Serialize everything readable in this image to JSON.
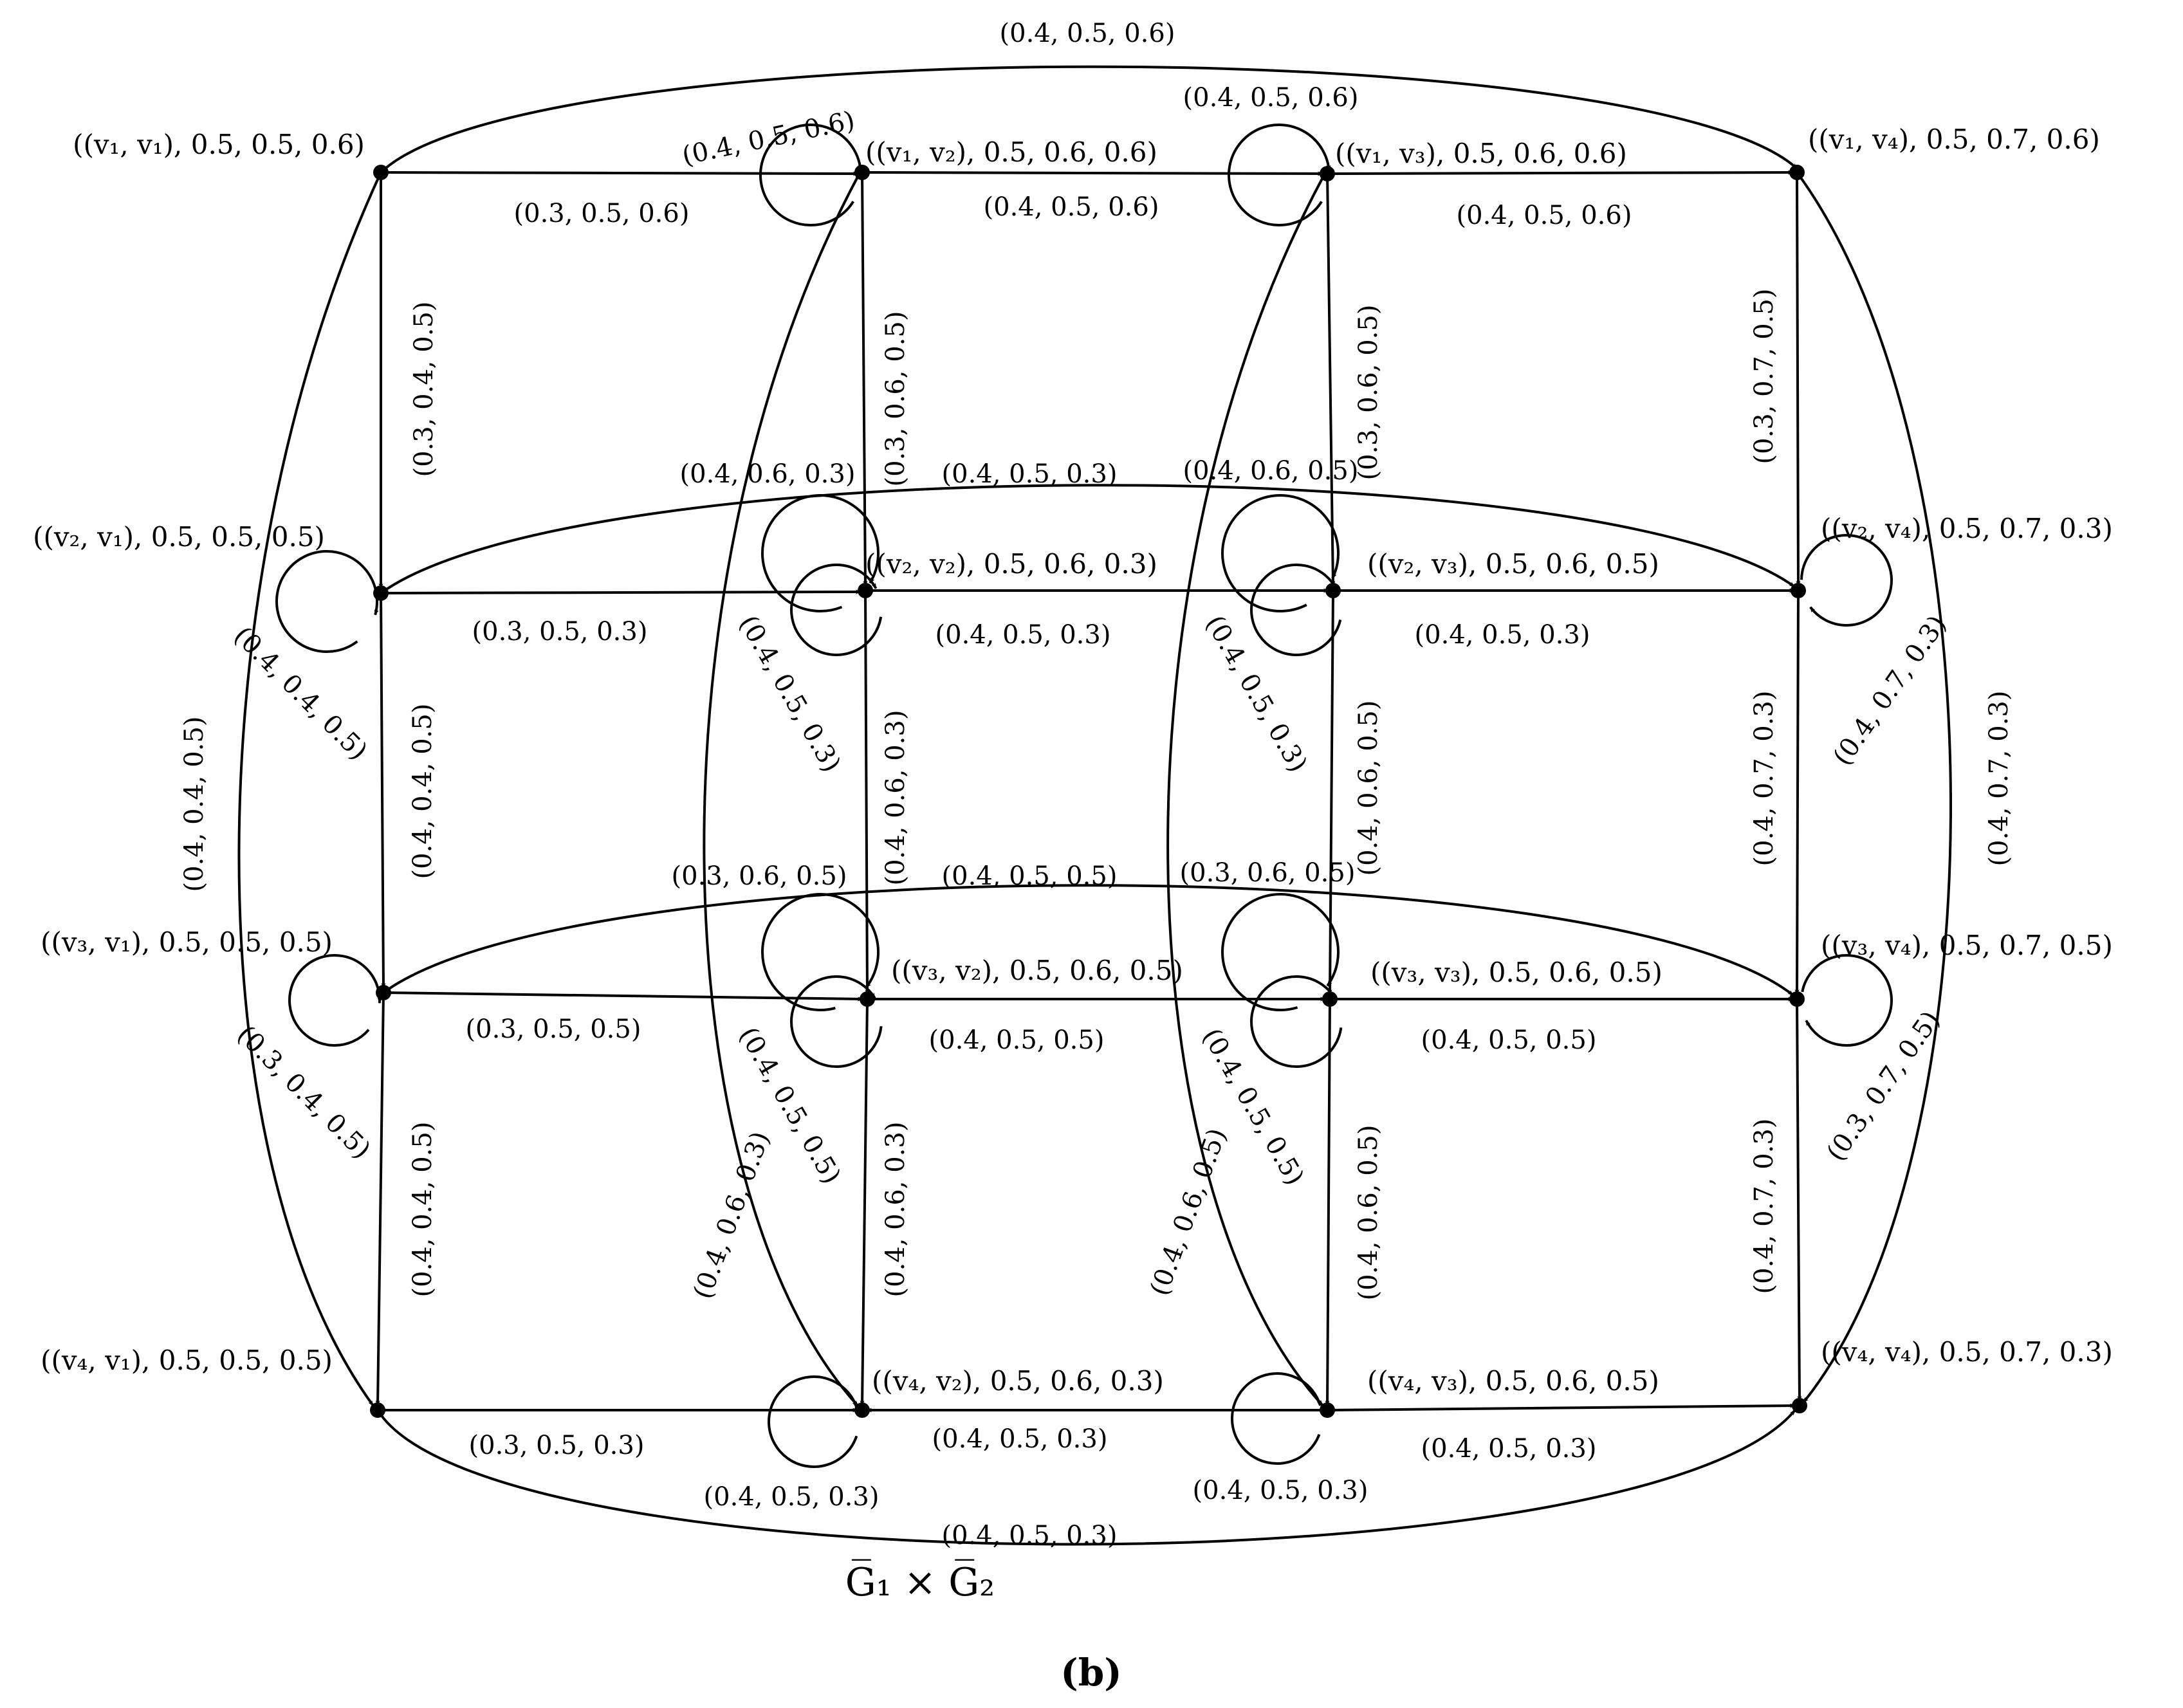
{
  "diagram": {
    "caption": "G̅₁ × G̅₂",
    "subfigure_label": "(b)",
    "nodes": [
      {
        "id": "v1v1",
        "label": "((v₁, v₁), 0.5, 0.5, 0.6)"
      },
      {
        "id": "v1v2",
        "label": "((v₁, v₂), 0.5, 0.6, 0.6)"
      },
      {
        "id": "v1v3",
        "label": "((v₁, v₃), 0.5, 0.6, 0.6)"
      },
      {
        "id": "v1v4",
        "label": "((v₁, v₄), 0.5, 0.7, 0.6)"
      },
      {
        "id": "v2v1",
        "label": "((v₂, v₁), 0.5, 0.5, 0.5)"
      },
      {
        "id": "v2v2",
        "label": "((v₂, v₂), 0.5, 0.6, 0.3)"
      },
      {
        "id": "v2v3",
        "label": "((v₂, v₃), 0.5, 0.6, 0.5)"
      },
      {
        "id": "v2v4",
        "label": "((v₂, v₄), 0.5, 0.7, 0.3)"
      },
      {
        "id": "v3v1",
        "label": "((v₃, v₁), 0.5, 0.5, 0.5)"
      },
      {
        "id": "v3v2",
        "label": "((v₃, v₂), 0.5, 0.6, 0.5)"
      },
      {
        "id": "v3v3",
        "label": "((v₃, v₃), 0.5, 0.6, 0.5)"
      },
      {
        "id": "v3v4",
        "label": "((v₃, v₄), 0.5, 0.7, 0.5)"
      },
      {
        "id": "v4v1",
        "label": "((v₄, v₁), 0.5, 0.5, 0.5)"
      },
      {
        "id": "v4v2",
        "label": "((v₄, v₂), 0.5, 0.6, 0.3)"
      },
      {
        "id": "v4v3",
        "label": "((v₄, v₃), 0.5, 0.6, 0.5)"
      },
      {
        "id": "v4v4",
        "label": "((v₄, v₄), 0.5, 0.7, 0.3)"
      }
    ],
    "edges": [
      {
        "id": "e-top-arc",
        "label": "(0.4, 0.5, 0.6)"
      },
      {
        "id": "e-r1-12",
        "label": "(0.3, 0.5, 0.6)"
      },
      {
        "id": "e-r1-23",
        "label": "(0.4, 0.5, 0.6)"
      },
      {
        "id": "e-r1-34",
        "label": "(0.4, 0.5, 0.6)"
      },
      {
        "id": "e-r2-12",
        "label": "(0.3, 0.5, 0.3)"
      },
      {
        "id": "e-r2-23",
        "label": "(0.4, 0.5, 0.3)"
      },
      {
        "id": "e-r2-34",
        "label": "(0.4, 0.5, 0.3)"
      },
      {
        "id": "e-r2-arc",
        "label": "(0.4, 0.5, 0.3)"
      },
      {
        "id": "e-r3-12",
        "label": "(0.3, 0.5, 0.5)"
      },
      {
        "id": "e-r3-23",
        "label": "(0.4, 0.5, 0.5)"
      },
      {
        "id": "e-r3-34",
        "label": "(0.4, 0.5, 0.5)"
      },
      {
        "id": "e-r3-arc",
        "label": "(0.4, 0.5, 0.5)"
      },
      {
        "id": "e-r4-12",
        "label": "(0.3, 0.5, 0.3)"
      },
      {
        "id": "e-r4-23",
        "label": "(0.4, 0.5, 0.3)"
      },
      {
        "id": "e-r4-34",
        "label": "(0.4, 0.5, 0.3)"
      },
      {
        "id": "e-bottom-arc",
        "label": "(0.4, 0.5, 0.3)"
      },
      {
        "id": "e-c1-12",
        "label": "(0.3, 0.4, 0.5)"
      },
      {
        "id": "e-c1-23",
        "label": "(0.4, 0.4, 0.5)"
      },
      {
        "id": "e-c1-34",
        "label": "(0.4, 0.4, 0.5)"
      },
      {
        "id": "e-c1-arc",
        "label": "(0.4, 0.4, 0.5)"
      },
      {
        "id": "e-c2-12",
        "label": "(0.3, 0.6, 0.5)"
      },
      {
        "id": "e-c2-23",
        "label": "(0.4, 0.6, 0.3)"
      },
      {
        "id": "e-c2-34",
        "label": "(0.4, 0.6, 0.3)"
      },
      {
        "id": "e-c2-arc",
        "label": "(0.4, 0.6, 0.3)"
      },
      {
        "id": "e-c3-12",
        "label": "(0.3, 0.6, 0.5)"
      },
      {
        "id": "e-c3-23",
        "label": "(0.4, 0.6, 0.5)"
      },
      {
        "id": "e-c3-34",
        "label": "(0.4, 0.6, 0.5)"
      },
      {
        "id": "e-c3-arc",
        "label": "(0.4, 0.6, 0.5)"
      },
      {
        "id": "e-c4-12",
        "label": "(0.3, 0.7, 0.5)"
      },
      {
        "id": "e-c4-23",
        "label": "(0.4, 0.7, 0.3)"
      },
      {
        "id": "e-c4-34",
        "label": "(0.4, 0.7, 0.3)"
      },
      {
        "id": "e-c4-arc",
        "label": "(0.4, 0.7, 0.3)"
      }
    ],
    "loops": [
      {
        "id": "loop-v1v2",
        "label": "(0.4, 0.5, 0.6)"
      },
      {
        "id": "loop-v1v3",
        "label": "(0.4, 0.5, 0.6)"
      },
      {
        "id": "loop-v2v1",
        "label": "(0.4, 0.4, 0.5)"
      },
      {
        "id": "loop-v2v2-a",
        "label": "(0.4, 0.6, 0.3)"
      },
      {
        "id": "loop-v2v2-b",
        "label": "(0.4, 0.5, 0.3)"
      },
      {
        "id": "loop-v2v3-a",
        "label": "(0.4, 0.6, 0.5)"
      },
      {
        "id": "loop-v2v3-b",
        "label": "(0.4, 0.5, 0.3)"
      },
      {
        "id": "loop-v2v4",
        "label": "(0.4, 0.7, 0.3)"
      },
      {
        "id": "loop-v3v1",
        "label": "(0.3, 0.4, 0.5)"
      },
      {
        "id": "loop-v3v2-a",
        "label": "(0.3, 0.6, 0.5)"
      },
      {
        "id": "loop-v3v2-b",
        "label": "(0.4, 0.5, 0.5)"
      },
      {
        "id": "loop-v3v3-a",
        "label": "(0.3, 0.6, 0.5)"
      },
      {
        "id": "loop-v3v3-b",
        "label": "(0.4, 0.5, 0.5)"
      },
      {
        "id": "loop-v3v4",
        "label": "(0.3, 0.7, 0.5)"
      },
      {
        "id": "loop-v4v2",
        "label": "(0.4, 0.5, 0.3)"
      },
      {
        "id": "loop-v4v3",
        "label": "(0.4, 0.5, 0.3)"
      }
    ]
  }
}
